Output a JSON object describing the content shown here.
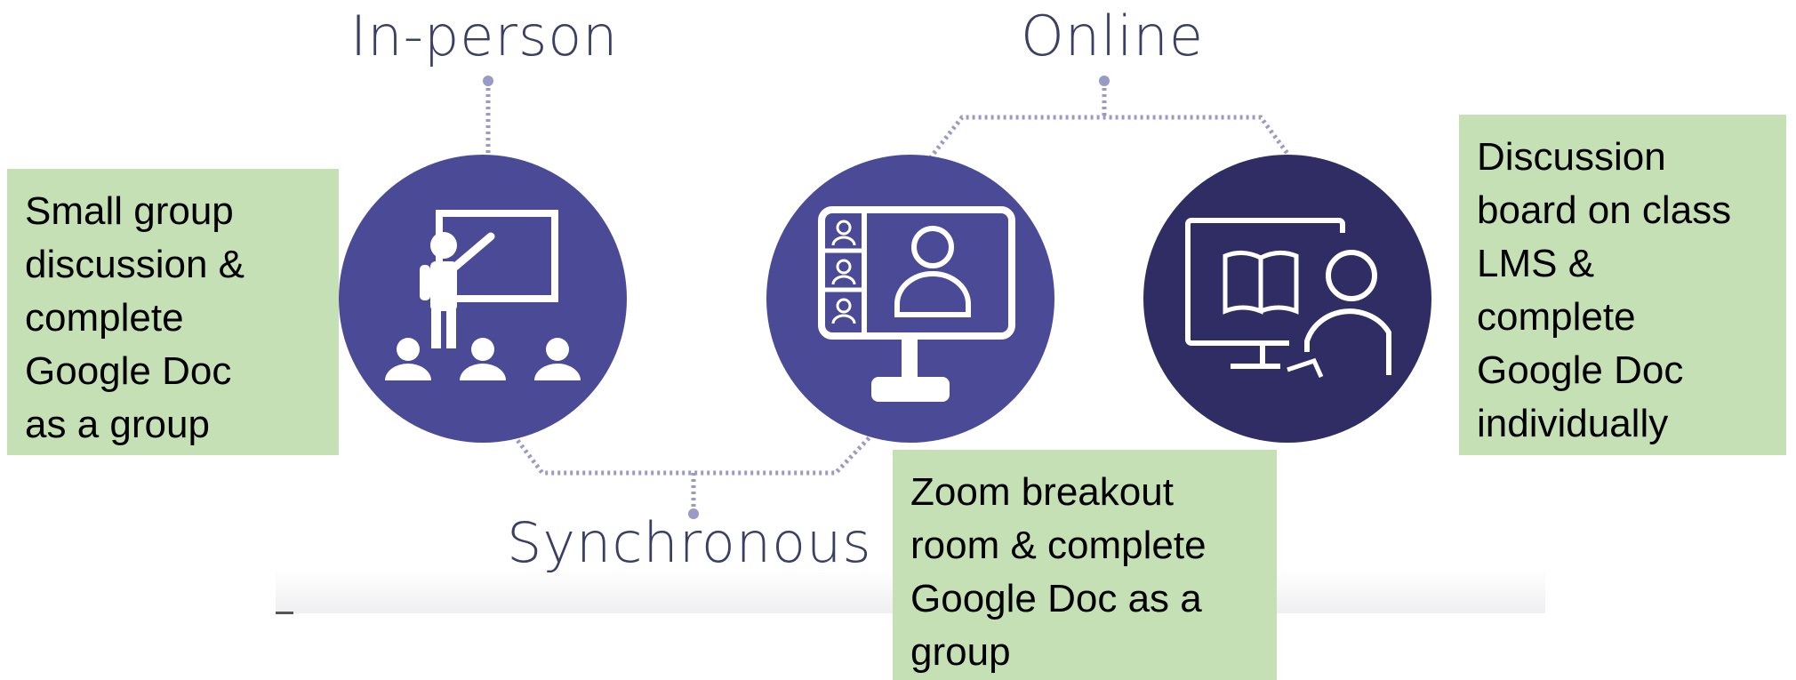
{
  "labels": {
    "in_person": "In-person",
    "online": "Online",
    "synchronous": "Synchronous"
  },
  "circles": [
    {
      "icon": "classroom-teacher-icon",
      "color": "#4a4a96"
    },
    {
      "icon": "video-conference-icon",
      "color": "#4a4a96"
    },
    {
      "icon": "online-learner-book-icon",
      "color": "#2f2d63"
    }
  ],
  "boxes": {
    "in_person": [
      "Small group",
      "discussion &",
      "complete",
      "Google Doc",
      "as a group"
    ],
    "synchronous_online": [
      "Zoom breakout",
      "room & complete",
      "Google Doc as a",
      "group"
    ],
    "asynchronous_online": [
      "Discussion",
      "board on class",
      "LMS &",
      "complete",
      "Google Doc",
      "individually"
    ]
  },
  "colors": {
    "box_fill": "#c5e0b4",
    "connector": "#9a9ac6",
    "label_text": "#3a3f66"
  }
}
